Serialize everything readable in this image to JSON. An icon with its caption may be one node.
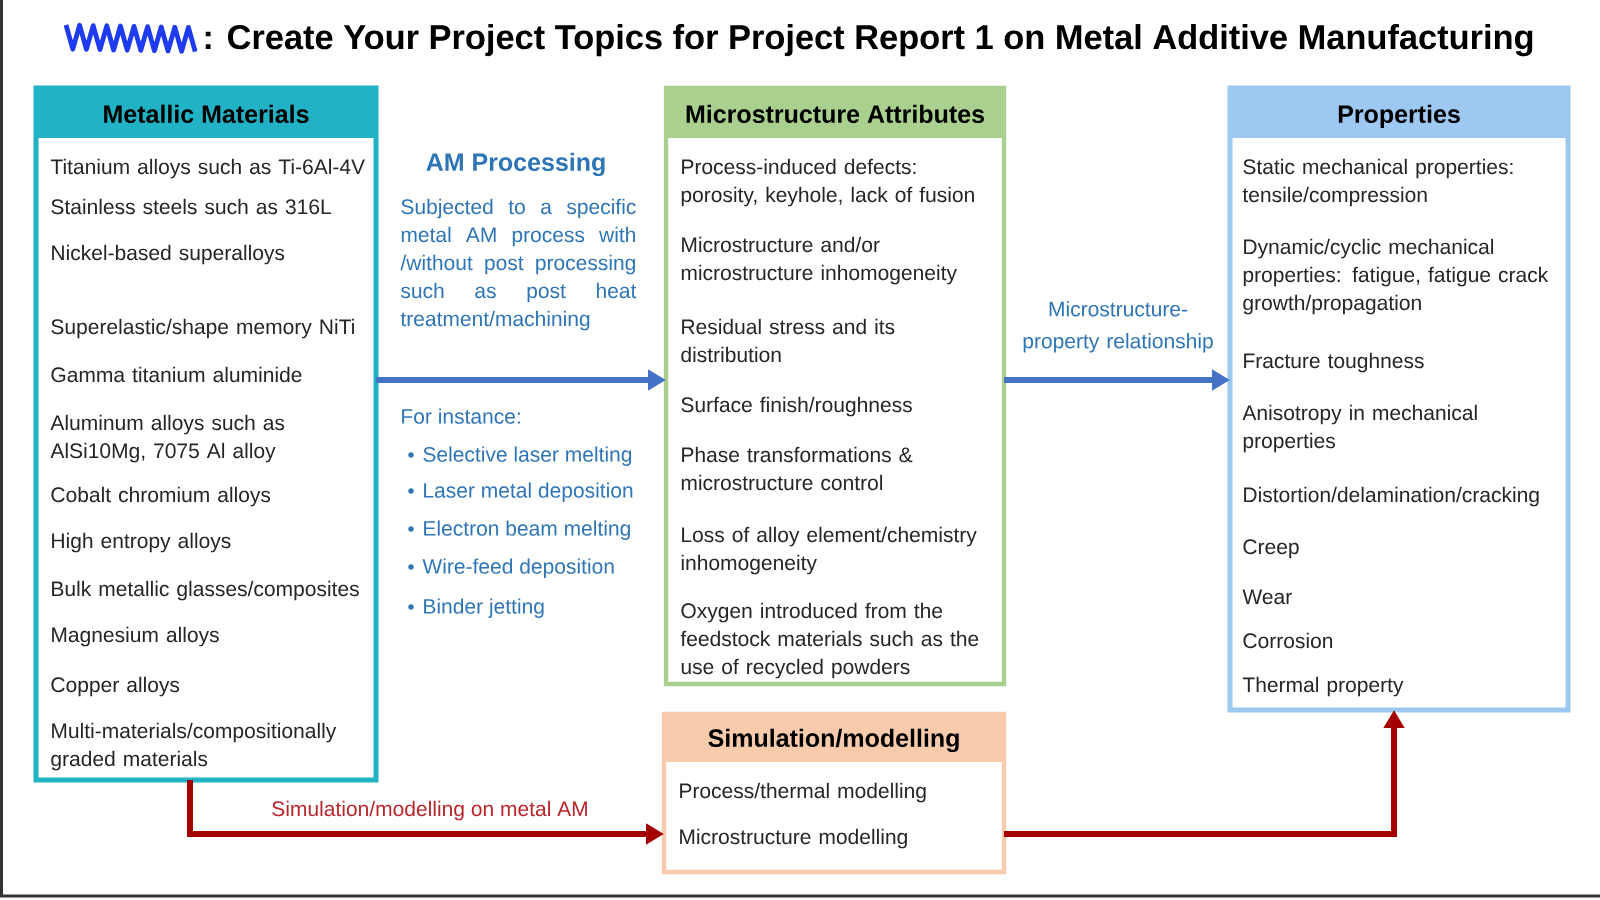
{
  "diagram": {
    "title": ": Create Your Project Topics for Project Report 1 on Metal Additive Manufacturing",
    "nodes": [
      {
        "text": [
          "Metallic Materials",
          "Titanium alloys such as Ti-6Al-4V",
          "Stainless steels such as 316L",
          "Nickel-based superalloys",
          "Superelastic/shape memory NiTi",
          "Gamma titanium aluminide",
          "Aluminum alloys such as AlSi10Mg, 7075 Al alloy",
          "Cobalt chromium alloys",
          "High entropy alloys",
          "Bulk metallic glasses/composites",
          "Magnesium alloys",
          "Copper alloys",
          "Multi-materials/compositionally graded materials"
        ]
      },
      {
        "text": [
          "Microstructure Attributes",
          "Process-induced defects: porosity, keyhole, lack of fusion",
          "Microstructure and/or microstructure inhomogeneity",
          "Residual stress and its distribution",
          "Surface finish/roughness",
          "Phase transformations & microstructure control",
          "Loss of alloy element/chemistry inhomogeneity",
          "Oxygen introduced from the feedstock materials such as the use of recycled powders"
        ]
      },
      {
        "text": [
          "Properties",
          "Static mechanical properties: tensile/compression",
          "Dynamic/cyclic mechanical properties: fatigue, fatigue crack growth/propagation",
          "Fracture toughness",
          "Anisotropy in mechanical properties",
          "Distortion/delamination/cracking",
          "Creep",
          "Wear",
          "Corrosion",
          "Thermal property"
        ]
      },
      {
        "text": [
          "Simulation/modelling",
          "Process/thermal modelling",
          "Microstructure modelling"
        ]
      }
    ],
    "edges": [
      {
        "from": 0,
        "to": 1,
        "arrow": "to",
        "color": "#4472c4"
      },
      {
        "from": 1,
        "to": 2,
        "arrow": "to",
        "label": "Microstructure-property relationship",
        "color": "#4472c4"
      },
      {
        "from": 0,
        "to": 3,
        "arrow": "to",
        "label": "Simulation/modelling on metal AM",
        "color": "#a50000"
      },
      {
        "from": 3,
        "to": 2,
        "arrow": "to",
        "color": "#a50000"
      }
    ],
    "labels": [
      "AM Processing",
      "Subjected to a specific metal AM process with /without post processing such as post heat treatment/machining",
      "For instance:",
      "Selective laser melting",
      "Laser metal deposition",
      "Electron beam melting",
      "Wire-feed deposition",
      "Binder jetting"
    ]
  }
}
